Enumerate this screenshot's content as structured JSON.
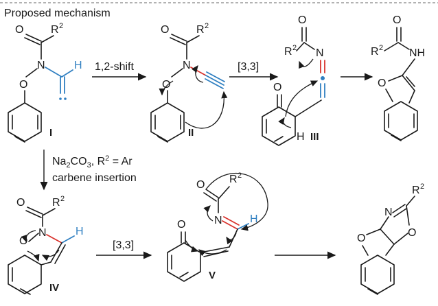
{
  "header": {
    "title": "Proposed mechanism"
  },
  "arrows": {
    "shift": "1,2-shift",
    "sigma1": "[3,3]",
    "sigma2": "[3,3]",
    "base_na": "Na",
    "base_co": "CO",
    "base_sub2": "2",
    "base_sub3": "3",
    "base_rest": ", R",
    "base_sup": "2",
    "base_eq": " = Ar",
    "insertion": "carbene insertion"
  },
  "atoms": {
    "O": "O",
    "N": "N",
    "H": "H",
    "R": "R",
    "sup2": "2",
    "NH": "NH"
  },
  "labels": {
    "I": "I",
    "II": "II",
    "III": "III",
    "IV": "IV",
    "V": "V"
  },
  "colors": {
    "blue": "#2f7fc1",
    "red": "#d9312b",
    "black": "#1a1a1a"
  }
}
